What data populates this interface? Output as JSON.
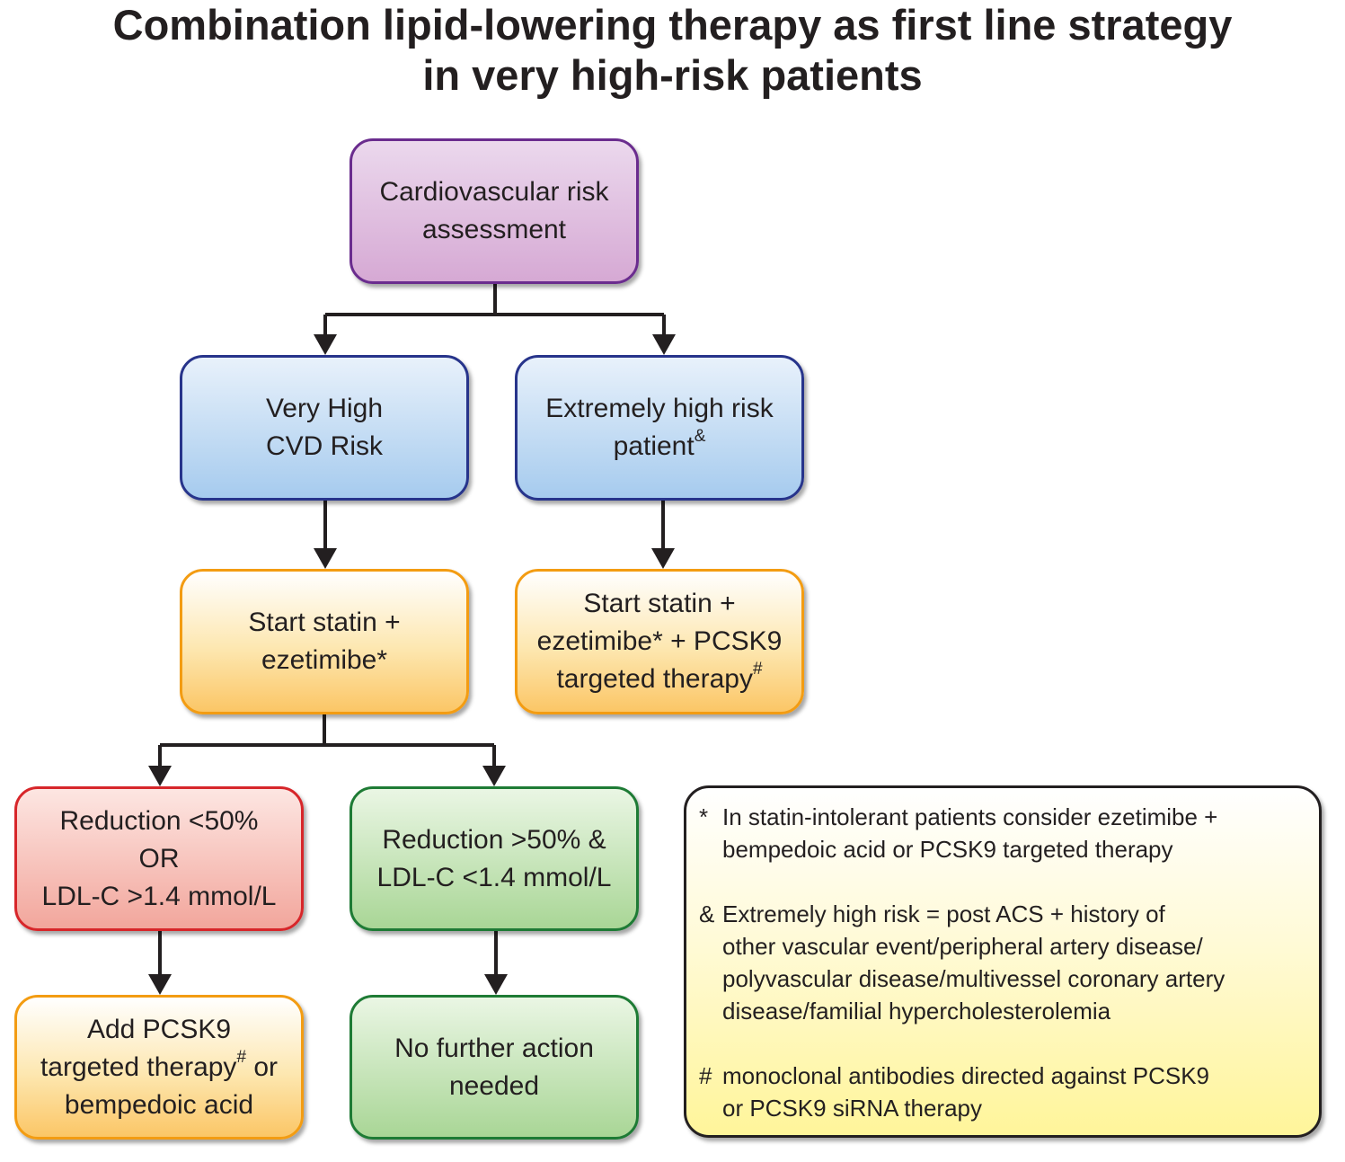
{
  "title": {
    "line1": "Combination lipid-lowering therapy as first line strategy",
    "line2": "in very high-risk patients"
  },
  "nodes": {
    "cv_risk": {
      "line1": "Cardiovascular risk",
      "line2": "assessment"
    },
    "very_high": {
      "line1": "Very High",
      "line2": "CVD Risk"
    },
    "extremely_high": {
      "line1": "Extremely high risk",
      "line2": "patient",
      "mark": "&"
    },
    "start_statin_ez": {
      "line1": "Start statin +",
      "line2": "ezetimibe*"
    },
    "start_statin_ez_pcsk9": {
      "line1": "Start statin +",
      "line2": "ezetimibe* + PCSK9",
      "line3": "targeted therapy",
      "mark": "#"
    },
    "reduction_lt50": {
      "line1": "Reduction <50%",
      "line2": "OR",
      "line3": "LDL-C >1.4 mmol/L"
    },
    "reduction_gt50": {
      "line1": "Reduction >50% &",
      "line2": "LDL-C <1.4 mmol/L"
    },
    "add_pcsk9": {
      "line1": "Add PCSK9",
      "line2a": "targeted therapy",
      "mark": "#",
      "line2b": " or",
      "line3": "bempedoic acid"
    },
    "no_further": {
      "line1": "No further action",
      "line2": "needed"
    }
  },
  "notes": [
    {
      "symbol": "*",
      "lines": [
        "In statin-intolerant patients consider ezetimibe +",
        "bempedoic acid or PCSK9 targeted therapy"
      ]
    },
    {
      "symbol": "&",
      "lines": [
        "Extremely high risk = post ACS + history of",
        "other vascular event/peripheral artery disease/",
        "polyvascular disease/multivessel coronary artery",
        "disease/familial hypercholesterolemia"
      ]
    },
    {
      "symbol": "#",
      "lines": [
        "monoclonal antibodies directed against PCSK9",
        "or PCSK9 siRNA therapy"
      ]
    }
  ],
  "colors": {
    "purple_border": "#6a2c8e",
    "blue_border": "#27348b",
    "orange_border": "#f39c12",
    "red_border": "#d7262a",
    "green_border": "#1e7b35",
    "connector": "#231f20"
  }
}
